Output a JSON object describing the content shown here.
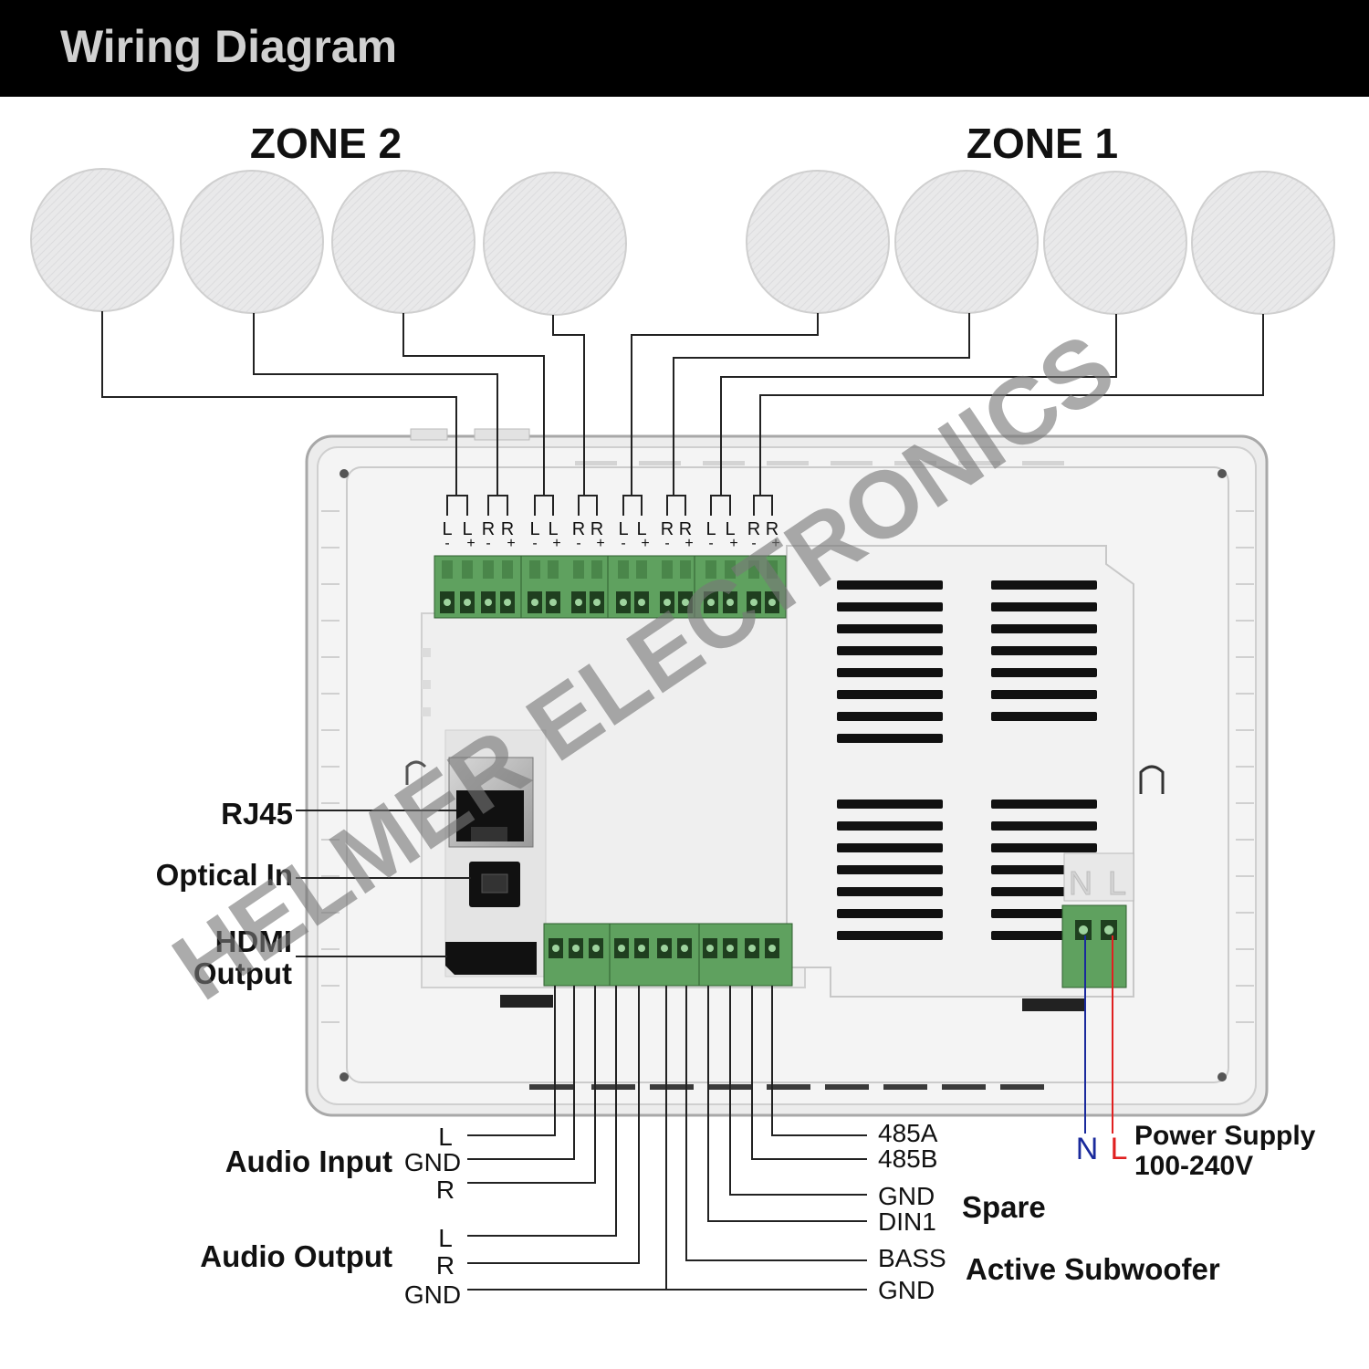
{
  "header": {
    "title": "Wiring Diagram"
  },
  "watermark": "HELMER ELECTRONICS",
  "zones": {
    "zone2": "ZONE 2",
    "zone1": "ZONE 1"
  },
  "terminal_top": {
    "letters": [
      "L",
      "L",
      "R",
      "R",
      "L",
      "L",
      "R",
      "R",
      "L",
      "L",
      "R",
      "R",
      "L",
      "L",
      "R",
      "R"
    ],
    "signs": [
      "-",
      "+",
      "-",
      "+",
      "-",
      "+",
      "-",
      "+",
      "-",
      "+",
      "-",
      "+",
      "-",
      "+",
      "-",
      "+"
    ]
  },
  "ports": {
    "rj45": "RJ45",
    "optical": "Optical In",
    "hdmi_line1": "HDMI",
    "hdmi_line2": "Output"
  },
  "power_terminal": {
    "n": "N",
    "l": "L"
  },
  "bottom_left": {
    "audio_input": {
      "title": "Audio Input",
      "l": "L",
      "gnd": "GND",
      "r": "R"
    },
    "audio_output": {
      "title": "Audio Output",
      "l": "L",
      "r": "R",
      "gnd": "GND"
    }
  },
  "bottom_right": {
    "a485": "485A",
    "b485": "485B",
    "spare": {
      "gnd": "GND",
      "din1": "DIN1",
      "title": "Spare"
    },
    "sub": {
      "bass": "BASS",
      "gnd": "GND",
      "title": "Active Subwoofer"
    }
  },
  "power": {
    "n": "N",
    "l": "L",
    "title": "Power Supply",
    "voltage": "100-240V"
  },
  "colors": {
    "n_wire": "#1a2a9c",
    "l_wire": "#e02020",
    "terminal_green": "#5fa15f"
  }
}
